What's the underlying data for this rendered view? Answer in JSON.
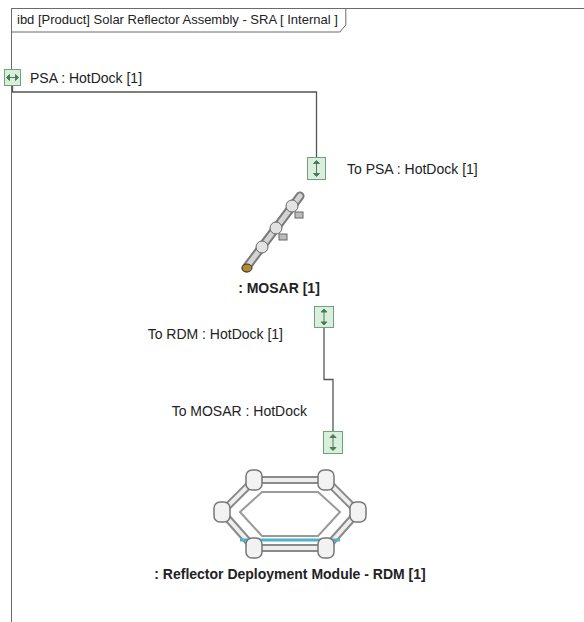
{
  "diagram": {
    "nodes": [
      {
        "text": [
          "ibd [Product] Solar Reflector Assembly - SRA [ Internal ]"
        ]
      },
      {
        "text": [
          "PSA : HotDock [1]"
        ],
        "in": 0
      },
      {
        "text": [
          ": MOSAR [1]"
        ],
        "in": 0
      },
      {
        "text": [
          "To PSA : HotDock [1]"
        ],
        "in": 0
      },
      {
        "text": [
          "To RDM : HotDock [1]"
        ],
        "in": 0
      },
      {
        "text": [
          "To MOSAR : HotDock"
        ],
        "in": 0
      },
      {
        "text": [
          ": Reflector Deployment Module - RDM  [1]"
        ],
        "in": 0
      }
    ],
    "edges": [
      {
        "from": 1,
        "to": 3,
        "arrow": "none"
      },
      {
        "from": 4,
        "to": 5,
        "arrow": "none"
      }
    ]
  }
}
